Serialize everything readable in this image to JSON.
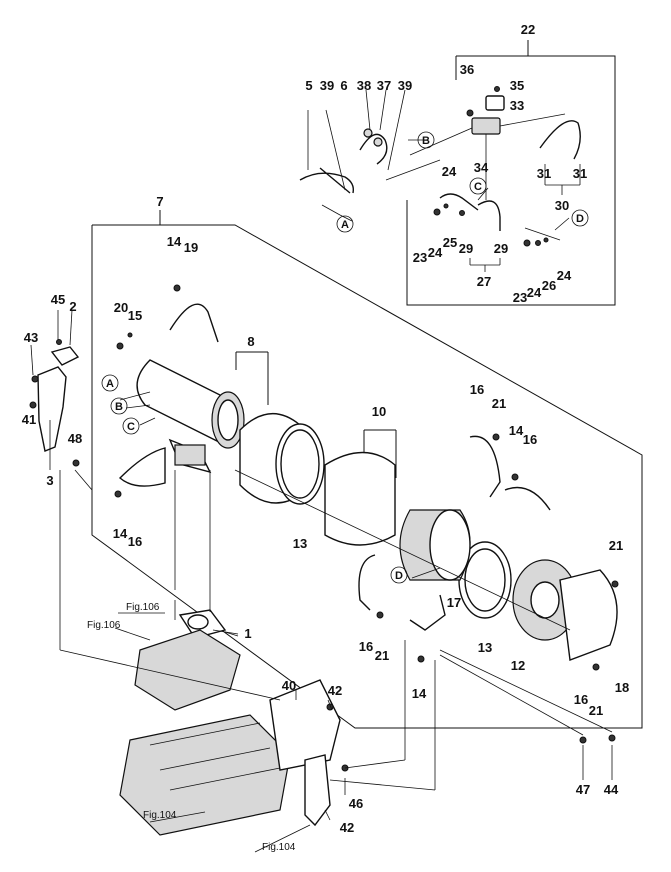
{
  "callouts": [
    {
      "id": "c22",
      "text": "22"
    },
    {
      "id": "c36",
      "text": "36"
    },
    {
      "id": "c35",
      "text": "35"
    },
    {
      "id": "c33",
      "text": "33"
    },
    {
      "id": "c34",
      "text": "34"
    },
    {
      "id": "c5",
      "text": "5"
    },
    {
      "id": "c39a",
      "text": "39"
    },
    {
      "id": "c6",
      "text": "6"
    },
    {
      "id": "c38",
      "text": "38"
    },
    {
      "id": "c37",
      "text": "37"
    },
    {
      "id": "c39b",
      "text": "39"
    },
    {
      "id": "c31a",
      "text": "31"
    },
    {
      "id": "c31b",
      "text": "31"
    },
    {
      "id": "c30",
      "text": "30"
    },
    {
      "id": "c24a",
      "text": "24"
    },
    {
      "id": "c23a",
      "text": "23"
    },
    {
      "id": "c24b",
      "text": "24"
    },
    {
      "id": "c25",
      "text": "25"
    },
    {
      "id": "c29a",
      "text": "29"
    },
    {
      "id": "c29b",
      "text": "29"
    },
    {
      "id": "c27",
      "text": "27"
    },
    {
      "id": "c23b",
      "text": "23"
    },
    {
      "id": "c24c",
      "text": "24"
    },
    {
      "id": "c26",
      "text": "26"
    },
    {
      "id": "c24d",
      "text": "24"
    },
    {
      "id": "c7",
      "text": "7"
    },
    {
      "id": "c14a",
      "text": "14"
    },
    {
      "id": "c19",
      "text": "19"
    },
    {
      "id": "c45",
      "text": "45"
    },
    {
      "id": "c2",
      "text": "2"
    },
    {
      "id": "c20",
      "text": "20"
    },
    {
      "id": "c15",
      "text": "15"
    },
    {
      "id": "c43",
      "text": "43"
    },
    {
      "id": "c8",
      "text": "8"
    },
    {
      "id": "c41",
      "text": "41"
    },
    {
      "id": "c48",
      "text": "48"
    },
    {
      "id": "c3",
      "text": "3"
    },
    {
      "id": "c10",
      "text": "10"
    },
    {
      "id": "c16a",
      "text": "16"
    },
    {
      "id": "c21a",
      "text": "21"
    },
    {
      "id": "c14b",
      "text": "14"
    },
    {
      "id": "c16b",
      "text": "16"
    },
    {
      "id": "c14c",
      "text": "14"
    },
    {
      "id": "c16c",
      "text": "16"
    },
    {
      "id": "c13a",
      "text": "13"
    },
    {
      "id": "c21b",
      "text": "21"
    },
    {
      "id": "c16d",
      "text": "16"
    },
    {
      "id": "c21c",
      "text": "21"
    },
    {
      "id": "c17",
      "text": "17"
    },
    {
      "id": "c13b",
      "text": "13"
    },
    {
      "id": "c12",
      "text": "12"
    },
    {
      "id": "c1",
      "text": "1"
    },
    {
      "id": "c14d",
      "text": "14"
    },
    {
      "id": "c16e",
      "text": "16"
    },
    {
      "id": "c21d",
      "text": "21"
    },
    {
      "id": "c18",
      "text": "18"
    },
    {
      "id": "c40",
      "text": "40"
    },
    {
      "id": "c42a",
      "text": "42"
    },
    {
      "id": "c46",
      "text": "46"
    },
    {
      "id": "c42b",
      "text": "42"
    },
    {
      "id": "c47",
      "text": "47"
    },
    {
      "id": "c44",
      "text": "44"
    }
  ],
  "circle_letters": [
    {
      "id": "lB1",
      "text": "B"
    },
    {
      "id": "lA1",
      "text": "A"
    },
    {
      "id": "lC1",
      "text": "C"
    },
    {
      "id": "lD1",
      "text": "D"
    },
    {
      "id": "lA2",
      "text": "A"
    },
    {
      "id": "lB2",
      "text": "B"
    },
    {
      "id": "lC2",
      "text": "C"
    },
    {
      "id": "lD2",
      "text": "D"
    }
  ],
  "figure_refs": [
    {
      "id": "fig106a",
      "text": "Fig.106"
    },
    {
      "id": "fig106b",
      "text": "Fig.106"
    },
    {
      "id": "fig104a",
      "text": "Fig.104"
    },
    {
      "id": "fig104b",
      "text": "Fig.104"
    }
  ]
}
